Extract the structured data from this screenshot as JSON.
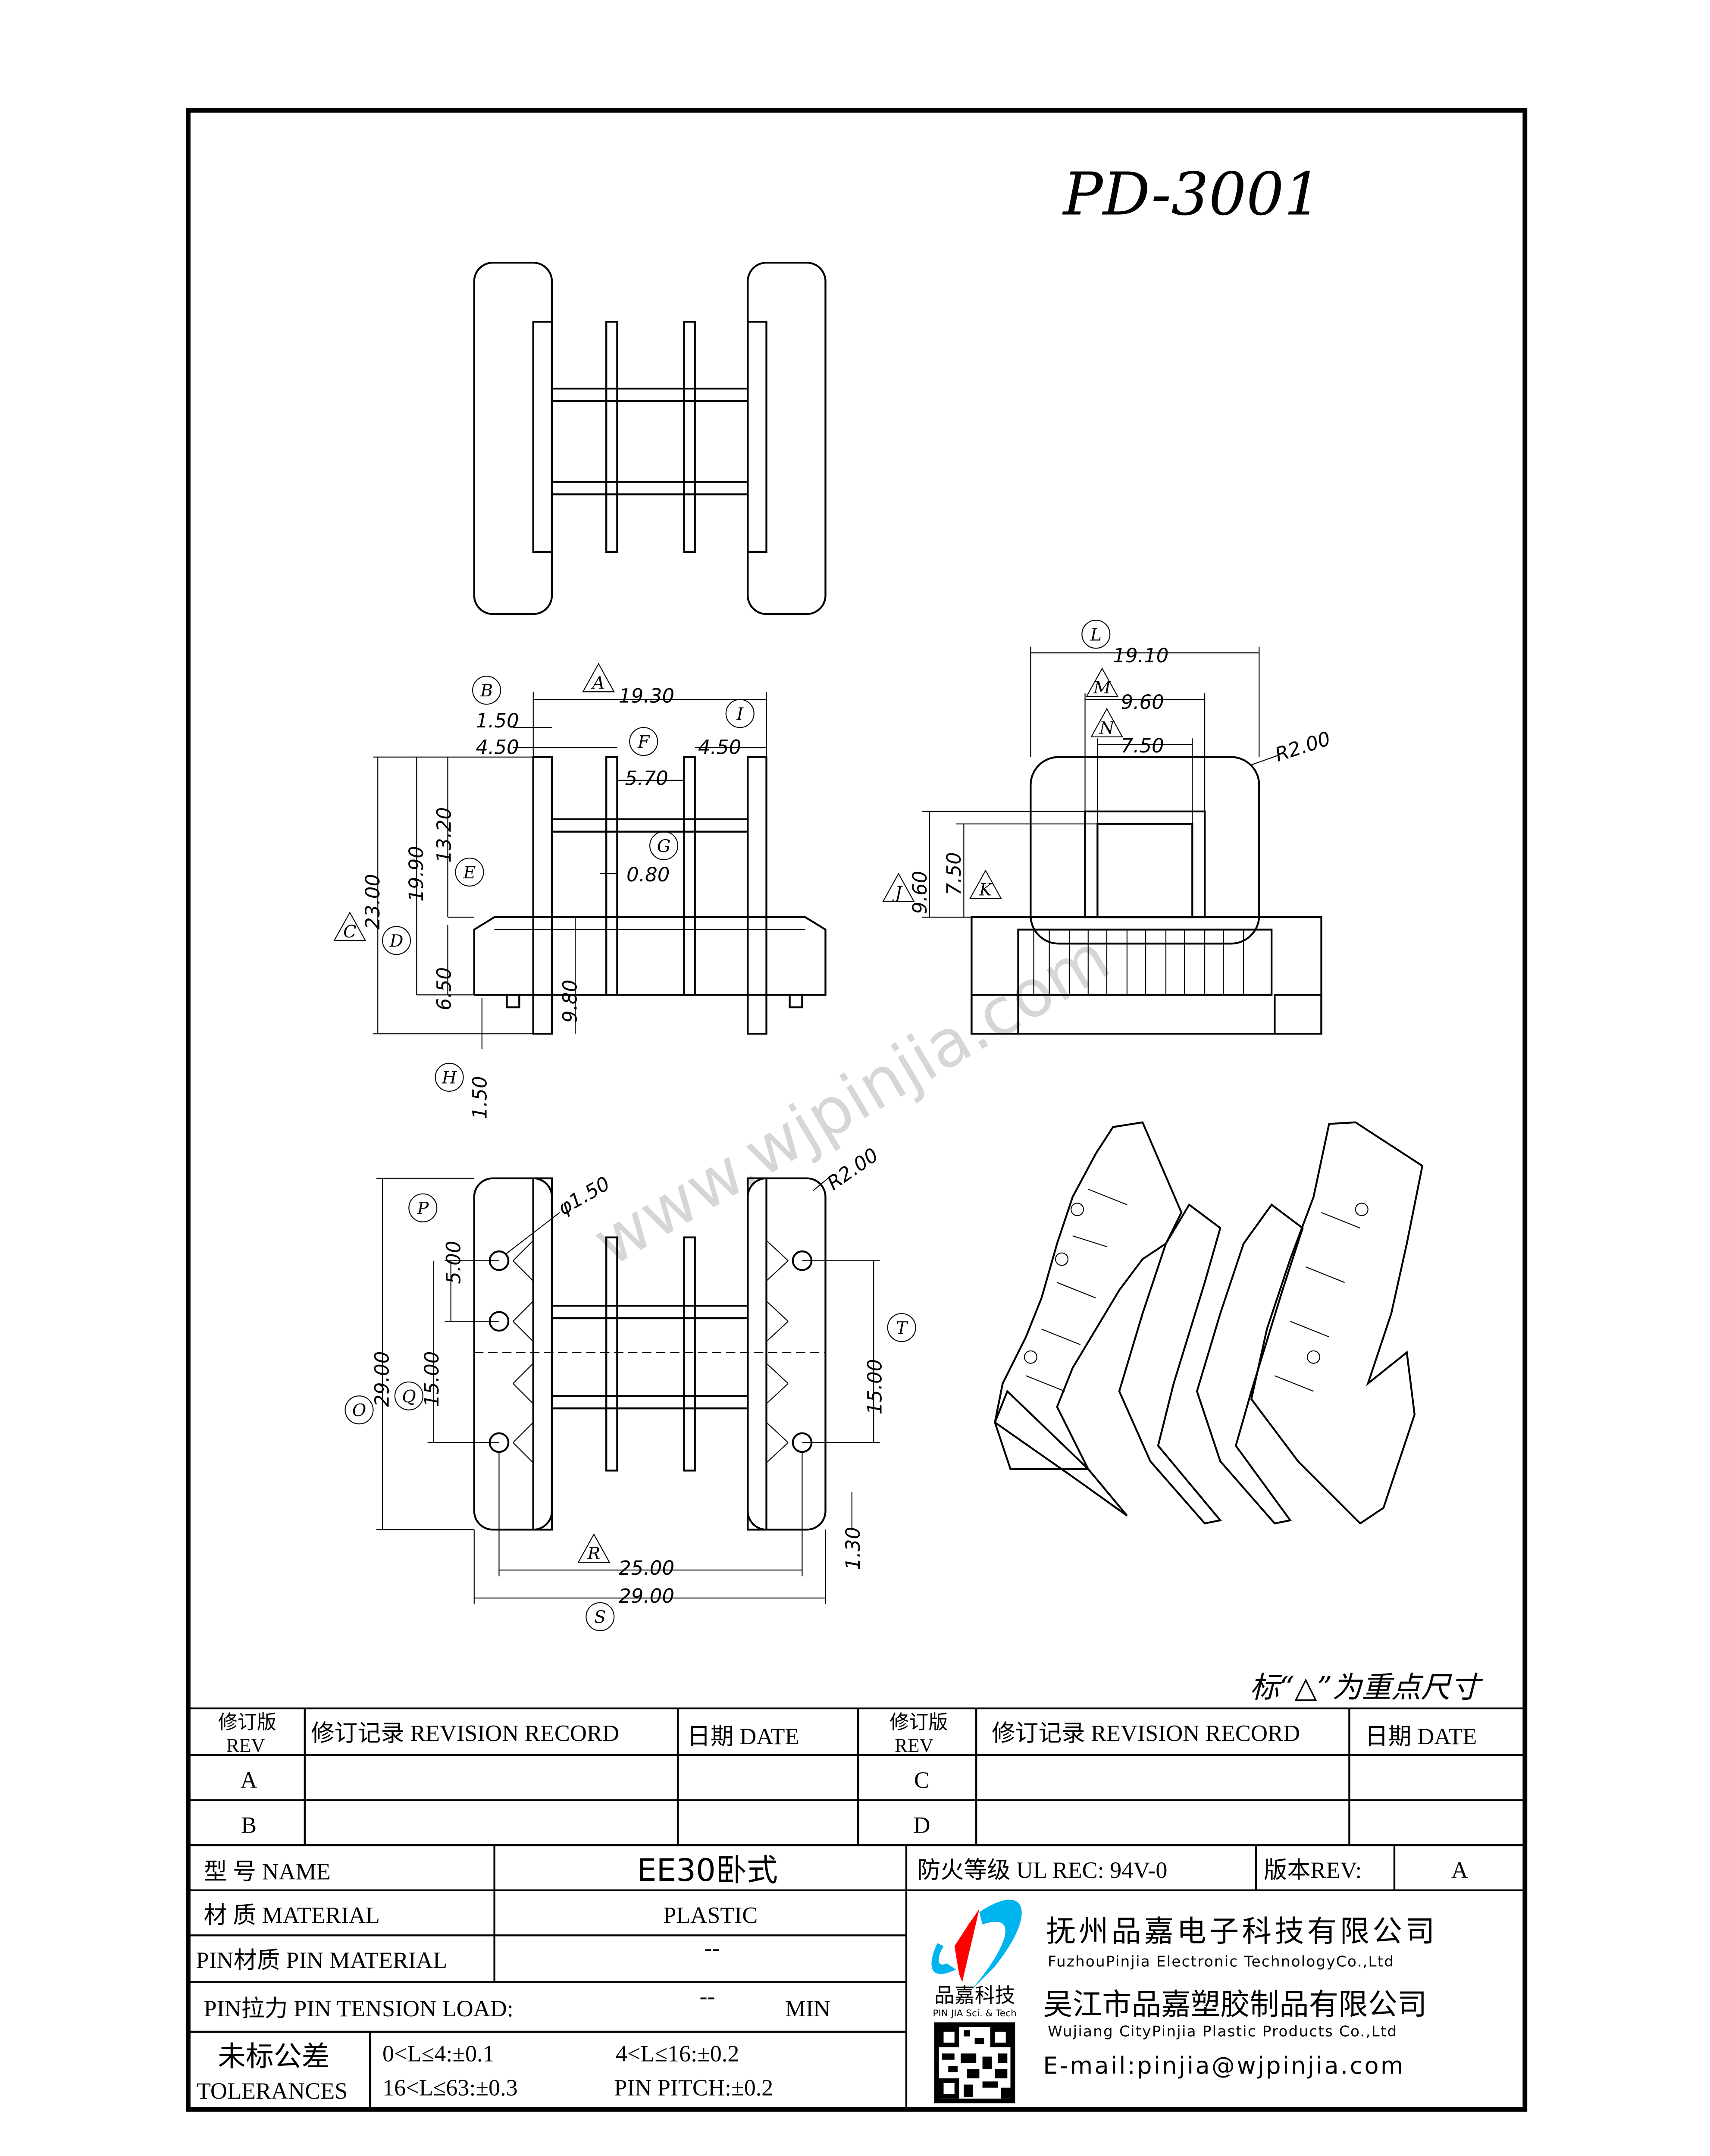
{
  "drawing_number": "PD-3001",
  "dimensions": {
    "front": {
      "d19_30": "19.30",
      "d1_50": "1.50",
      "d4_50_left": "4.50",
      "d4_50_right": "4.50",
      "d5_70": "5.70",
      "d0_80": "0.80",
      "d23_00": "23.00",
      "d19_90": "19.90",
      "d13_20": "13.20",
      "d6_50": "6.50",
      "d9_80": "9.80",
      "d1_50_pin": "1.50"
    },
    "side": {
      "d19_10": "19.10",
      "d9_60": "9.60",
      "d7_50": "7.50",
      "r2_00": "R2.00",
      "v9_60": "9.60",
      "v7_50": "7.50"
    },
    "bottom": {
      "d29_00_v": "29.00",
      "d5_00": "5.00",
      "d15_00_left": "15.00",
      "phi1_50": "φ1.50",
      "r2_00": "R2.00",
      "d15_00_right": "15.00",
      "d1_30": "1.30",
      "d25_00": "25.00",
      "d29_00_h": "29.00"
    }
  },
  "callouts": {
    "A": "A",
    "B": "B",
    "C": "C",
    "D": "D",
    "E": "E",
    "F": "F",
    "G": "G",
    "H": "H",
    "I": "I",
    "J": "J",
    "K": "K",
    "L": "L",
    "M": "M",
    "N": "N",
    "O": "O",
    "P": "P",
    "Q": "Q",
    "R": "R",
    "S": "S",
    "T": "T"
  },
  "watermark": "www.wjpinjia.com",
  "key_dimension_note": "标“△”为重点尺寸",
  "revision_table": {
    "rev_header_cn": "修订版",
    "rev_header_en": "REV",
    "record_header": "修订记录 REVISION RECORD",
    "date_header": "日期 DATE",
    "rows_left": [
      "A",
      "B"
    ],
    "rows_right": [
      "C",
      "D"
    ]
  },
  "title_block": {
    "name_label": "型 号 NAME",
    "name_value": "EE30卧式",
    "material_label": "材 质 MATERIAL",
    "material_value": "PLASTIC",
    "pin_material_label": "PIN材质 PIN MATERIAL",
    "pin_material_value": "--",
    "pin_tension_label": "PIN拉力 PIN TENSION LOAD:",
    "pin_tension_value": "--",
    "pin_tension_unit": "MIN",
    "tolerance_label_cn": "未标公差",
    "tolerance_label_en": "TOLERANCES",
    "tolerances": [
      "0<L≤4:±0.1",
      "4<L≤16:±0.2",
      "16<L≤63:±0.3",
      "PIN PITCH:±0.2"
    ],
    "fire_rating": "防火等级 UL REC: 94V-0",
    "version_label": "版本REV:",
    "version_value": "A"
  },
  "company": {
    "logo_text": "品嘉科技",
    "logo_subtext": "PIN JIA Sci. & Tech",
    "name1_cn": "抚州品嘉电子科技有限公司",
    "name1_en": "FuzhouPinjia Electronic TechnologyCo.,Ltd",
    "name2_cn": "吴江市品嘉塑胶制品有限公司",
    "name2_en": "Wujiang CityPinjia  Plastic Products Co.,Ltd",
    "email": "E-mail:pinjia@wjpinjia.com",
    "colors": {
      "logo_blue": "#00B4F0",
      "logo_red": "#FF0000"
    }
  }
}
